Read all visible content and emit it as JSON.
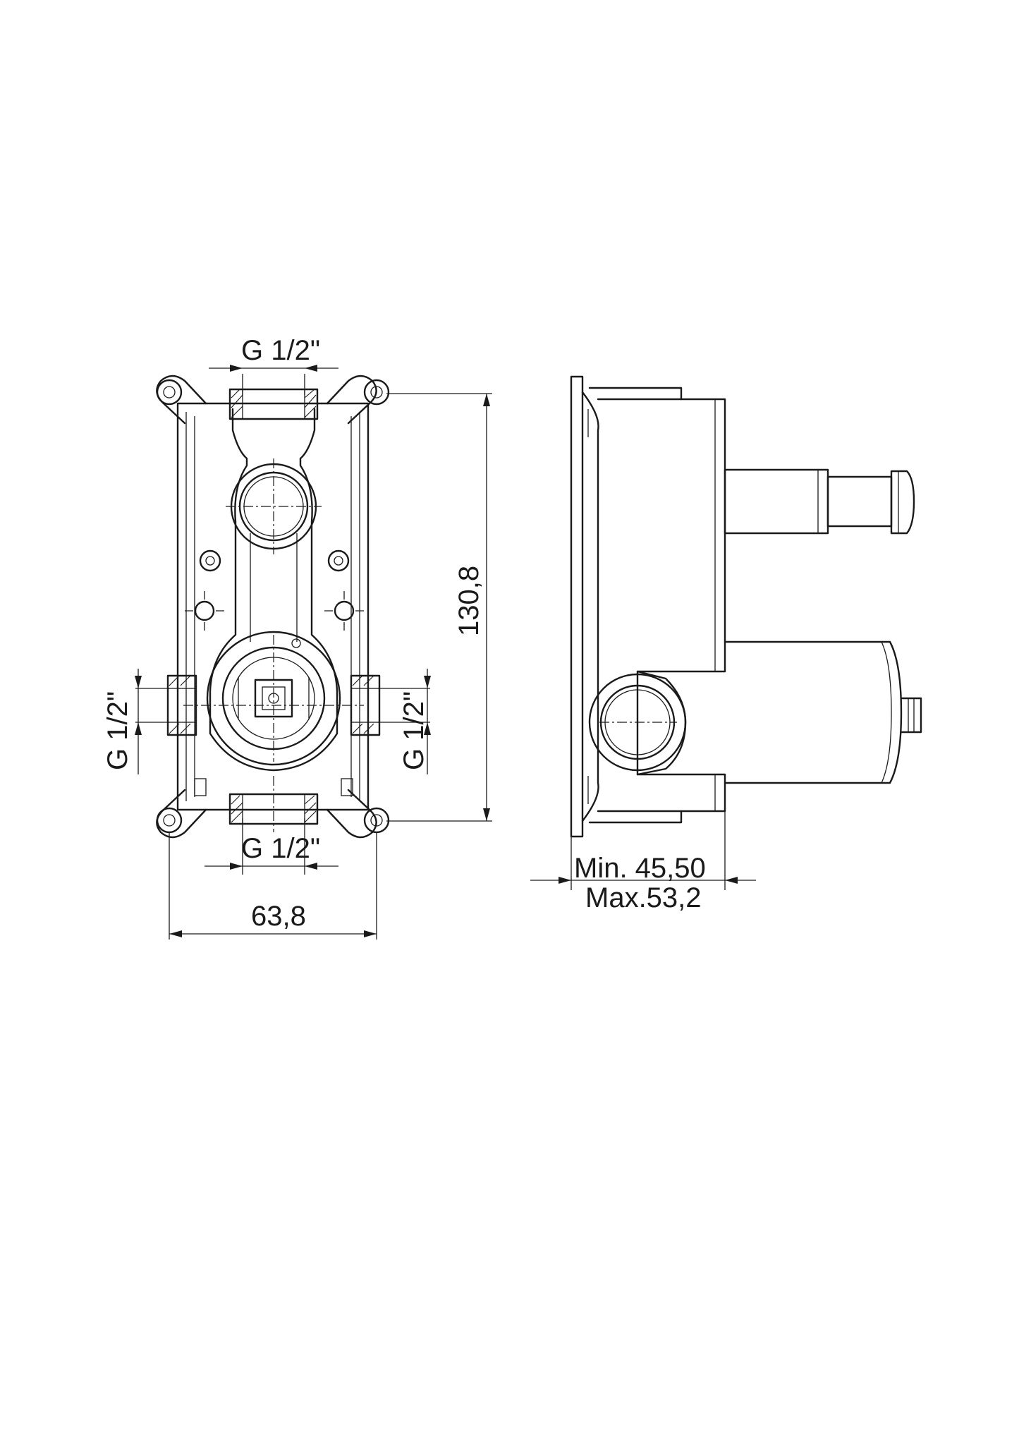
{
  "drawing": {
    "dimensions": {
      "top_port": "G 1/2\"",
      "bottom_port": "G 1/2\"",
      "left_port": "G 1/2\"",
      "right_port": "G 1/2\"",
      "height": "130,8",
      "width": "63,8",
      "depth_min": "Min. 45,50",
      "depth_max": "Max.53,2"
    }
  }
}
